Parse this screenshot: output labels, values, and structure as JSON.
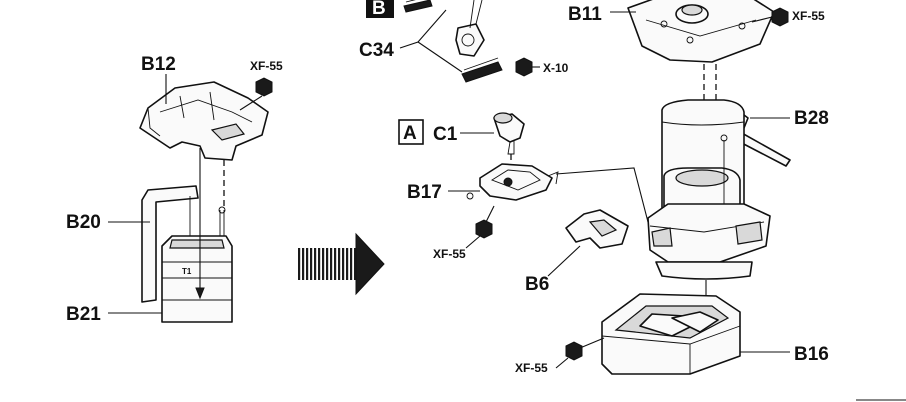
{
  "labels": {
    "b12": "B12",
    "b20": "B20",
    "b21": "B21",
    "b11": "B11",
    "c34": "C34",
    "c1": "C1",
    "b17": "B17",
    "b28": "B28",
    "b6": "B6",
    "b16": "B16"
  },
  "steps": {
    "b": "B",
    "a": "A"
  },
  "paints": {
    "xf55_left": "XF-55",
    "xf55_b17": "XF-55",
    "xf55_b11": "XF-55",
    "xf55_b16": "XF-55",
    "x10": "X-10"
  }
}
